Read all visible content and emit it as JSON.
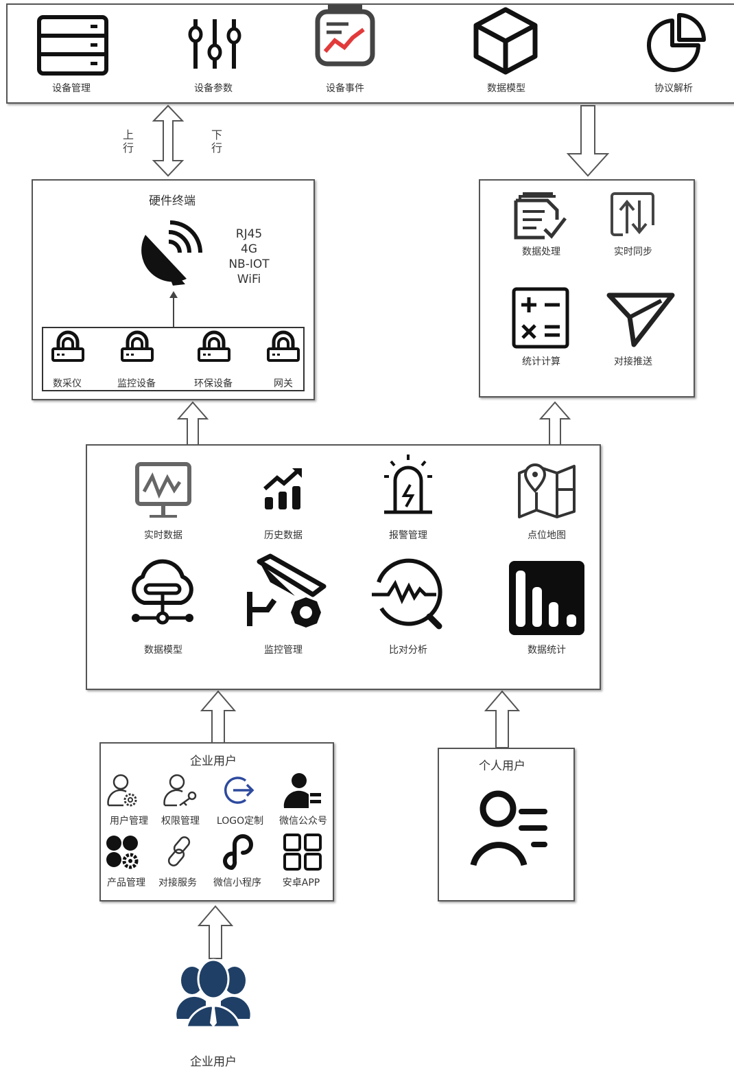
{
  "platform": {
    "items": [
      {
        "label": "设备管理",
        "icon": "server-icon"
      },
      {
        "label": "设备参数",
        "icon": "sliders-icon"
      },
      {
        "label": "设备事件",
        "icon": "event-chart-icon"
      },
      {
        "label": "数据模型",
        "icon": "cube-icon"
      },
      {
        "label": "协议解析",
        "icon": "pie-chart-icon"
      }
    ]
  },
  "links": {
    "up": "上\n行",
    "down": "下\n行"
  },
  "hardware": {
    "title": "硬件终端",
    "protocols": [
      "RJ45",
      "4G",
      "NB-IOT",
      "WiFi"
    ],
    "devices": [
      {
        "label": "数采仪",
        "icon": "router-icon"
      },
      {
        "label": "监控设备",
        "icon": "router-icon"
      },
      {
        "label": "环保设备",
        "icon": "router-icon"
      },
      {
        "label": "网关",
        "icon": "router-icon"
      }
    ]
  },
  "data_services": {
    "items": [
      {
        "label": "数据处理",
        "icon": "document-check-icon"
      },
      {
        "label": "实时同步",
        "icon": "sync-arrows-icon"
      },
      {
        "label": "统计计算",
        "icon": "calculator-icon"
      },
      {
        "label": "对接推送",
        "icon": "send-icon"
      }
    ]
  },
  "applications": {
    "items": [
      {
        "label": "实时数据",
        "icon": "monitor-wave-icon"
      },
      {
        "label": "历史数据",
        "icon": "trend-bars-icon"
      },
      {
        "label": "报警管理",
        "icon": "alarm-light-icon"
      },
      {
        "label": "点位地图",
        "icon": "map-pin-icon"
      },
      {
        "label": "数据模型",
        "icon": "cloud-network-icon"
      },
      {
        "label": "监控管理",
        "icon": "camera-gear-icon"
      },
      {
        "label": "比对分析",
        "icon": "magnifier-wave-icon"
      },
      {
        "label": "数据统计",
        "icon": "bar-stats-icon"
      }
    ]
  },
  "enterprise": {
    "title": "企业用户",
    "items": [
      {
        "label": "用户管理",
        "icon": "user-gear-icon"
      },
      {
        "label": "权限管理",
        "icon": "user-key-icon"
      },
      {
        "label": "LOGO定制",
        "icon": "logout-circle-icon"
      },
      {
        "label": "微信公众号",
        "icon": "user-list-icon"
      },
      {
        "label": "产品管理",
        "icon": "grid-gear-icon"
      },
      {
        "label": "对接服务",
        "icon": "chain-link-icon"
      },
      {
        "label": "微信小程序",
        "icon": "mini-program-icon"
      },
      {
        "label": "安卓APP",
        "icon": "app-grid-icon"
      }
    ]
  },
  "personal": {
    "title": "个人用户",
    "icon": "person-card-icon"
  },
  "bottom_user": {
    "label": "企业用户",
    "icon": "user-group-icon",
    "color": "#1f3f66"
  }
}
